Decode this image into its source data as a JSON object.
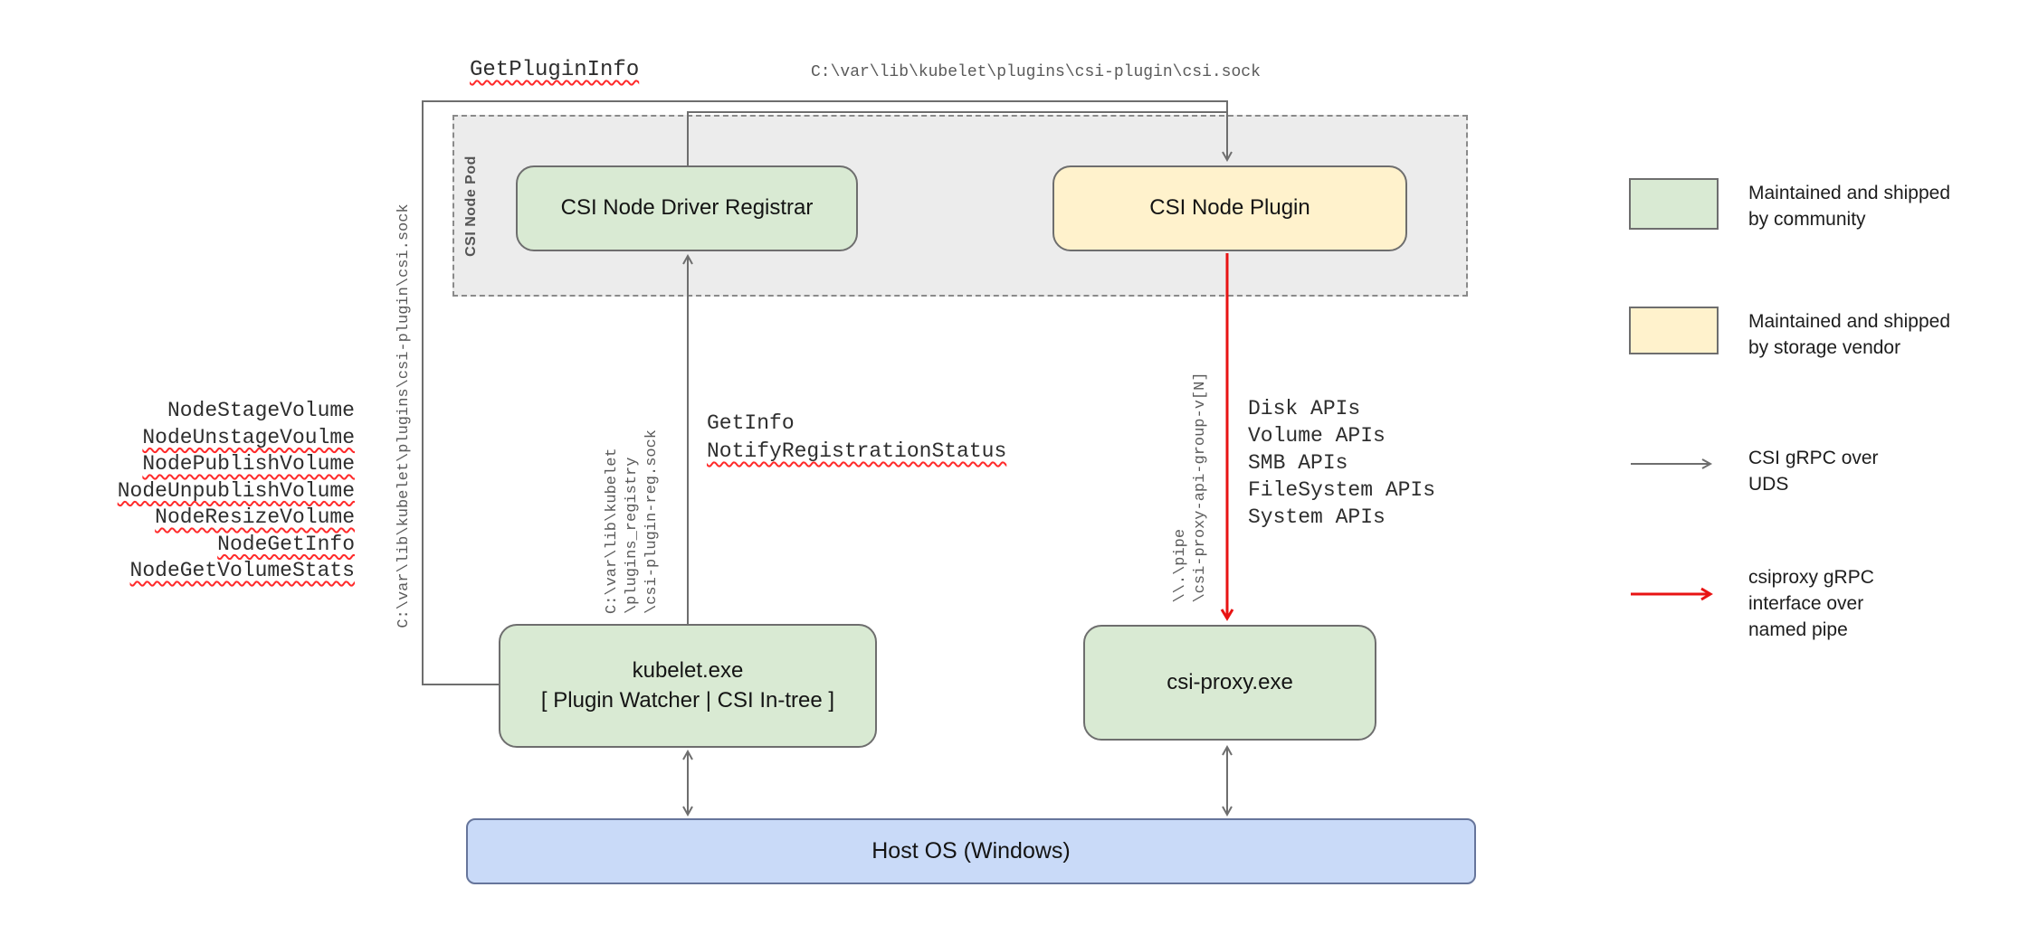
{
  "colors": {
    "community_green": "#d9ead3",
    "vendor_yellow": "#fff2cc",
    "host_blue": "#c9daf8",
    "uds_arrow_gray": "#6e6e6e",
    "pipe_arrow_red": "#e81313",
    "spellcheck_red": "#ff2a2a",
    "pod_background": "#ececec"
  },
  "pod": {
    "label": "CSI Node Pod"
  },
  "nodes": {
    "registrar": "CSI Node Driver Registrar",
    "plugin": "CSI Node Plugin",
    "kubelet_line1": "kubelet.exe",
    "kubelet_line2": "[ Plugin Watcher | CSI In-tree ]",
    "csi_proxy": "csi-proxy.exe",
    "host_os": "Host OS (Windows)"
  },
  "paths": {
    "csi_sock_top": "C:\\var\\lib\\kubelet\\plugins\\csi-plugin\\csi.sock",
    "csi_sock_left": "C:\\var\\lib\\kubelet\\plugins\\csi-plugin\\csi.sock",
    "registration_sock": "C:\\var\\lib\\kubelet\n\\plugins_registry\n\\csi-plugin-reg.sock",
    "named_pipe": "\\\\.\\pipe\n\\csi-proxy-api-group-v[N]"
  },
  "rpc": {
    "get_plugin_info": "GetPluginInfo",
    "get_info": "GetInfo",
    "notify_registration_status": "NotifyRegistrationStatus",
    "node_calls": [
      "NodeStageVolume",
      "NodeUnstageVoulme",
      "NodePublishVolume",
      "NodeUnpublishVolume",
      "NodeResizeVolume",
      "NodeGetInfo",
      "NodeGetVolumeStats"
    ],
    "proxy_apis": [
      "Disk APIs",
      "Volume APIs",
      "SMB APIs",
      "FileSystem APIs",
      "System APIs"
    ]
  },
  "legend": {
    "community": "Maintained and shipped\nby community",
    "vendor": "Maintained and shipped\nby storage vendor",
    "uds": "CSI gRPC over\nUDS",
    "named_pipe": "csiproxy gRPC\ninterface over\nnamed pipe"
  }
}
